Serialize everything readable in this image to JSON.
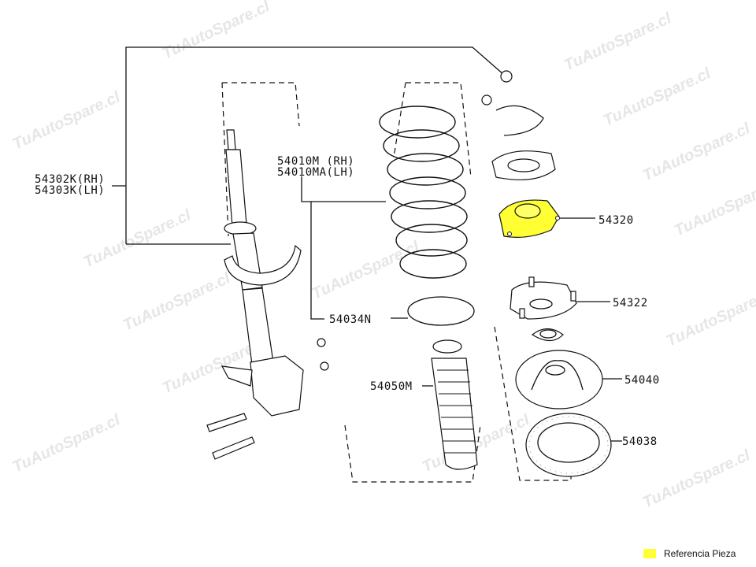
{
  "watermark": "TuAutoSpare.cl",
  "colors": {
    "highlight": "#ffff33",
    "line": "#111111"
  },
  "callouts": {
    "strut_rh": "54302K(RH)",
    "strut_lh": "54303K(LH)",
    "spring_rh": "54010M (RH)",
    "spring_lh": "54010MA(LH)",
    "seat": "54034N",
    "bound_bumper": "54050M",
    "mount_insulator": "54320",
    "mount_bracket": "54322",
    "spring_seat": "54040",
    "rubber_seat": "54038"
  },
  "legend": {
    "label": "Referencia Pieza"
  }
}
